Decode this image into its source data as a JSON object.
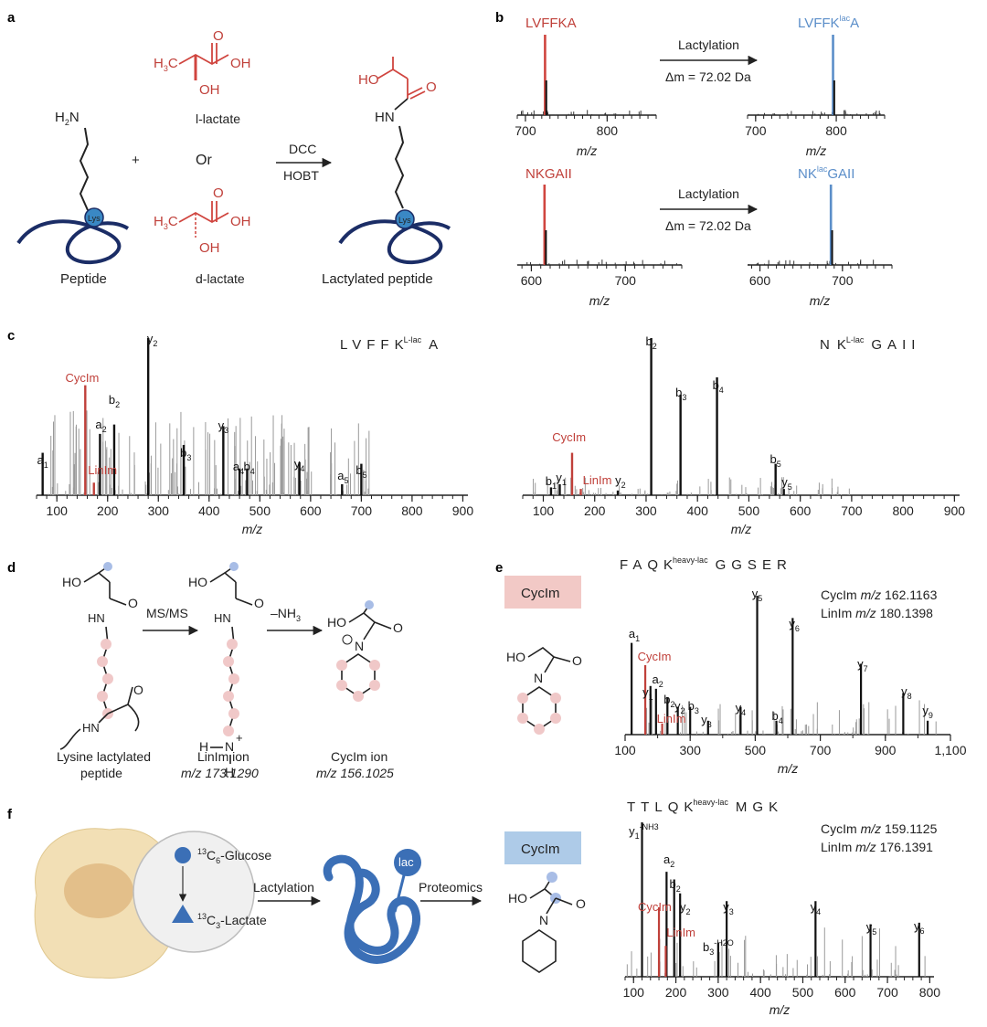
{
  "panel_labels": [
    "a",
    "b",
    "c",
    "d",
    "e",
    "f"
  ],
  "panel_a": {
    "plus": "+",
    "or": "Or",
    "l_lactate": "l-lactate",
    "d_lactate": "d-lactate",
    "reagent_top": "DCC",
    "reagent_bottom": "HOBT",
    "peptide": "Peptide",
    "lactylated_peptide": "Lactylated peptide",
    "lys": "Lys",
    "h2n": "H2N",
    "hn": "HN",
    "ho": "HO",
    "oh": "OH",
    "o": "O",
    "h3c": "H3C"
  },
  "panel_b": {
    "arrow_label": "Lactylation",
    "delta": "Δm = 72.02 Da",
    "axis_label": "m/z",
    "spectra": [
      {
        "name": "LVFFKA",
        "color": "#d0453f",
        "peak": 724,
        "ticks": [
          700,
          800
        ]
      },
      {
        "name": "LVFFKlacA",
        "color": "#5b8ec9",
        "peak": 796,
        "ticks": [
          700,
          800
        ]
      },
      {
        "name": "NKGAII",
        "color": "#d0453f",
        "peak": 614,
        "ticks": [
          600,
          700
        ]
      },
      {
        "name": "NKlacGAII",
        "color": "#5b8ec9",
        "peak": 686,
        "ticks": [
          600,
          700
        ]
      }
    ]
  },
  "panel_c": {
    "left_sequence": "LVFFKL-lacA",
    "right_sequence": "NKL-lacGAII",
    "axis_label": "m/z",
    "cycim": "CycIm",
    "linim": "LinIm"
  },
  "panel_d": {
    "step1": "MS/MS",
    "step2": "–NH3",
    "caption1a": "Lysine lactylated",
    "caption1b": "peptide",
    "caption2a": "LinIm ion",
    "caption2b": "m/z 173.1290",
    "caption3a": "CycIm ion",
    "caption3b": "m/z 156.1025",
    "ho": "HO",
    "o": "O",
    "hn": "HN",
    "h": "H",
    "n": "N"
  },
  "panel_e": {
    "box_label": "CycIm",
    "sequence": "FAQKheavy-lacGGSER",
    "note1": "CycIm m/z 162.1163",
    "note2": "LinIm m/z 180.1398",
    "axis_label": "m/z",
    "ticks": [
      "100",
      "300",
      "500",
      "700",
      "900",
      "1,100"
    ]
  },
  "panel_f": {
    "glucose": "13C6-Glucose",
    "lactate": "13C3-Lactate",
    "lactylation": "Lactylation",
    "proteomics": "Proteomics",
    "lac": "lac",
    "box_label": "CycIm",
    "sequence": "TTLQKheavy-lacMGK",
    "note1": "CycIm m/z 159.1125",
    "note2": "LinIm m/z 176.1391",
    "axis_label": "m/z",
    "ticks": [
      "100",
      "200",
      "300",
      "400",
      "500",
      "600",
      "700",
      "800"
    ]
  },
  "chart_data": [
    {
      "type": "bar",
      "panel": "b-top-left",
      "title": "LVFFKA",
      "xlabel": "m/z",
      "x": [
        724
      ],
      "values": [
        100
      ],
      "xlim": [
        690,
        860
      ]
    },
    {
      "type": "bar",
      "panel": "b-top-right",
      "title": "LVFFKlacA",
      "xlabel": "m/z",
      "x": [
        796
      ],
      "values": [
        100
      ],
      "xlim": [
        690,
        860
      ]
    },
    {
      "type": "bar",
      "panel": "b-bottom-left",
      "title": "NKGAII",
      "xlabel": "m/z",
      "x": [
        614
      ],
      "values": [
        100
      ],
      "xlim": [
        585,
        760
      ]
    },
    {
      "type": "bar",
      "panel": "b-bottom-right",
      "title": "NKlacGAII",
      "xlabel": "m/z",
      "x": [
        686
      ],
      "values": [
        100
      ],
      "xlim": [
        585,
        760
      ]
    },
    {
      "type": "bar",
      "panel": "c-left",
      "xlabel": "m/z",
      "xlim": [
        60,
        900
      ],
      "categories": [
        "a1",
        "CycIm",
        "LinIm",
        "a2",
        "b2",
        "y2",
        "b3",
        "y3",
        "a4",
        "b4",
        "y4",
        "a5",
        "b5"
      ],
      "x": [
        72,
        156,
        173,
        185,
        213,
        280,
        350,
        428,
        460,
        475,
        578,
        662,
        700
      ],
      "values": [
        27,
        70,
        8,
        39,
        45,
        100,
        32,
        44,
        17,
        17,
        21,
        7,
        20
      ]
    },
    {
      "type": "bar",
      "panel": "c-right",
      "xlabel": "m/z",
      "xlim": [
        60,
        900
      ],
      "categories": [
        "b1",
        "y1",
        "CycIm",
        "LinIm",
        "y2",
        "b2",
        "b3",
        "b4",
        "b5",
        "y5"
      ],
      "x": [
        115,
        132,
        156,
        173,
        245,
        310,
        367,
        438,
        552,
        568
      ],
      "values": [
        5,
        7,
        27,
        4,
        3,
        100,
        64,
        75,
        20,
        4
      ]
    },
    {
      "type": "bar",
      "panel": "e",
      "xlabel": "m/z",
      "xlim": [
        100,
        1100
      ],
      "categories": [
        "a1",
        "CycIm",
        "y1",
        "a2",
        "LinIm",
        "b2",
        "y2",
        "b3",
        "y3",
        "y4",
        "y5",
        "b4",
        "y6",
        "y7",
        "y8",
        "y9"
      ],
      "x": [
        120,
        162,
        178,
        195,
        214,
        230,
        262,
        300,
        355,
        455,
        506,
        565,
        615,
        825,
        955,
        1030
      ],
      "values": [
        66,
        50,
        35,
        33,
        8,
        27,
        20,
        20,
        10,
        20,
        100,
        10,
        84,
        51,
        30,
        10
      ]
    },
    {
      "type": "bar",
      "panel": "f",
      "xlabel": "m/z",
      "xlim": [
        80,
        800
      ],
      "categories": [
        "y1-NH3",
        "CycIm",
        "a2",
        "LinIm",
        "b2",
        "y2",
        "b3-H2O",
        "y3",
        "y4",
        "y5",
        "y6"
      ],
      "x": [
        120,
        160,
        178,
        176,
        196,
        210,
        300,
        320,
        530,
        660,
        775
      ],
      "values": [
        100,
        45,
        68,
        20,
        63,
        54,
        22,
        49,
        49,
        34,
        35
      ]
    }
  ]
}
